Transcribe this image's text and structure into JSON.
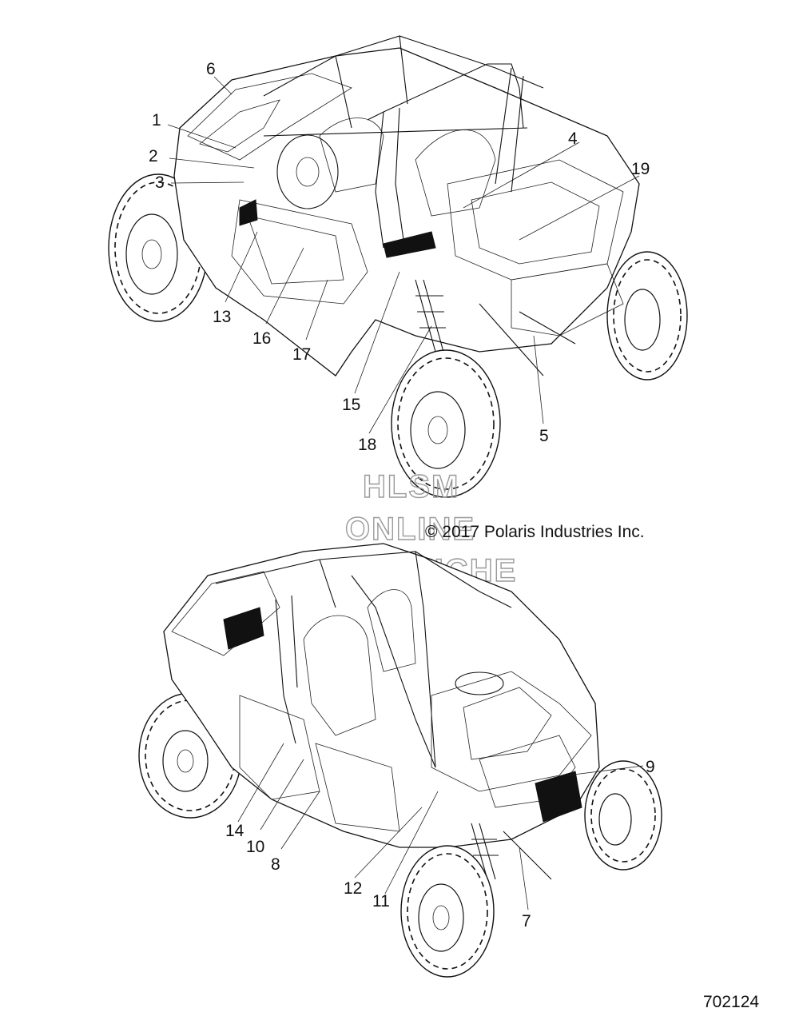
{
  "diagram": {
    "watermark_lines": [
      "HLSM",
      "ONLINE",
      "MICROFICHE"
    ],
    "copyright": "© 2017 Polaris Industries Inc.",
    "document_number": "702124",
    "top_view_callouts": [
      "6",
      "1",
      "2",
      "3",
      "4",
      "19",
      "13",
      "16",
      "17",
      "15",
      "18",
      "5"
    ],
    "bottom_view_callouts": [
      "9",
      "14",
      "10",
      "8",
      "12",
      "11",
      "7"
    ]
  }
}
